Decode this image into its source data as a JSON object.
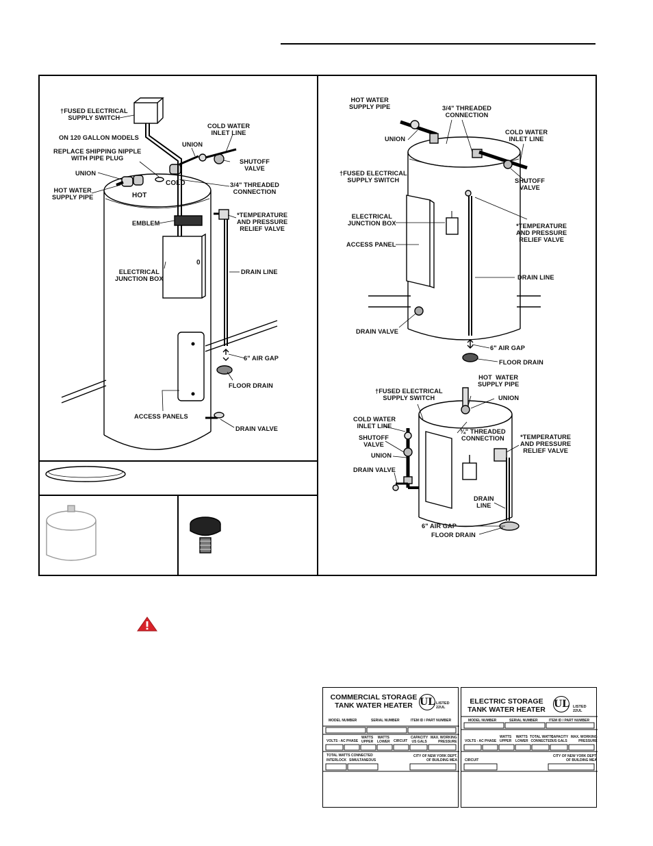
{
  "fig1_labels": {
    "fused_switch": "†FUSED ELECTRICAL\nSUPPLY SWITCH",
    "models_120": "ON 120 GALLON MODELS",
    "replace_nipple": "REPLACE SHIPPING NIPPLE\nWITH PIPE PLUG",
    "union_left": "UNION",
    "hot_water_pipe": "HOT WATER\nSUPPLY PIPE",
    "hot": "HOT",
    "cold": "COLD",
    "union_top": "UNION",
    "cold_inlet": "COLD WATER\nINLET LINE",
    "shutoff": "SHUTOFF\nVALVE",
    "threaded": "3/4\" THREADED\nCONNECTION",
    "tp_relief": "*TEMPERATURE\nAND PRESSURE\nRELIEF VALVE",
    "emblem": "EMBLEM",
    "junction": "ELECTRICAL\nJUNCTION BOX",
    "zero": "0",
    "drain_line": "DRAIN LINE",
    "air_gap": "6\" AIR GAP",
    "floor_drain": "FLOOR DRAIN",
    "access_panels": "ACCESS PANELS",
    "drain_valve": "DRAIN VALVE"
  },
  "fig2_labels": {
    "hot_pipe": "HOT WATER\nSUPPLY PIPE",
    "threaded": "3/4\" THREADED\nCONNECTION",
    "cold_inlet": "COLD WATER\nINLET LINE",
    "union": "UNION",
    "fused_switch": "†FUSED ELECTRICAL\nSUPPLY SWITCH",
    "shutoff": "SHUTOFF\nVALVE",
    "junction": "ELECTRICAL\nJUNCTION BOX",
    "tp_relief": "*TEMPERATURE\nAND PRESSURE\nRELIEF VALVE",
    "access_panel": "ACCESS PANEL",
    "drain_line": "DRAIN LINE",
    "drain_valve": "DRAIN VALVE",
    "air_gap": "6\" AIR GAP",
    "floor_drain": "FLOOR DRAIN"
  },
  "fig3_labels": {
    "hot_pipe": "HOT  WATER\nSUPPLY PIPE",
    "fused_switch": "†FUSED ELECTRICAL\nSUPPLY SWITCH",
    "union_top": "UNION",
    "cold_inlet": "COLD WATER\nINLET LINE",
    "shutoff": "SHUTOFF\nVALVE",
    "threaded": "¾\" THREADED\nCONNECTION",
    "tp_relief": "*TEMPERATURE\nAND PRESSURE\nRELIEF VALVE",
    "union": "UNION",
    "drain_valve": "DRAIN VALVE",
    "drain_line": "DRAIN\nLINE",
    "air_gap": "6\" AIR GAP",
    "floor_drain": "FLOOR DRAIN"
  },
  "plate_commercial": {
    "title": "COMMERCIAL STORAGE\nTANK WATER HEATER",
    "ul_mark": "UL",
    "listed": "LISTED\n22UL",
    "row1": [
      "MODEL NUMBER",
      "SERIAL NUMBER",
      "ITEM ID / PART NUMBER"
    ],
    "row2": [
      "VOLTS - AC",
      "PHASE",
      "WATTS\nUPPER",
      "WATTS\nLOWER",
      "CIRCUIT",
      "CAPACITY\nUS GALS",
      "MAX. WORKING\nPRESSURE"
    ],
    "row3a": "TOTAL WATTS CONNECTED",
    "row3b": [
      "INTERLOCK",
      "SIMULTANEOUS"
    ],
    "row3c": "CITY OF NEW YORK DEPT.\nOF BUILDING MEA"
  },
  "plate_electric": {
    "title": "ELECTRIC STORAGE\nTANK WATER HEATER",
    "ul_mark": "UL",
    "listed": "LISTED\n22UL",
    "row1": [
      "MODEL NUMBER",
      "SERIAL NUMBER",
      "ITEM ID / PART NUMBER"
    ],
    "row2": [
      "VOLTS - AC",
      "PHASE",
      "WATTS\nUPPER",
      "WATTS\nLOWER",
      "TOTAL WATTS\nCONNECTED",
      "CAPACITY\nUS GALS",
      "MAX. WORKING\nPRESSURE"
    ],
    "row3a": "CIRCUIT",
    "row3c": "CITY OF NEW YORK DEPT.\nOF BUILDING MEA"
  }
}
